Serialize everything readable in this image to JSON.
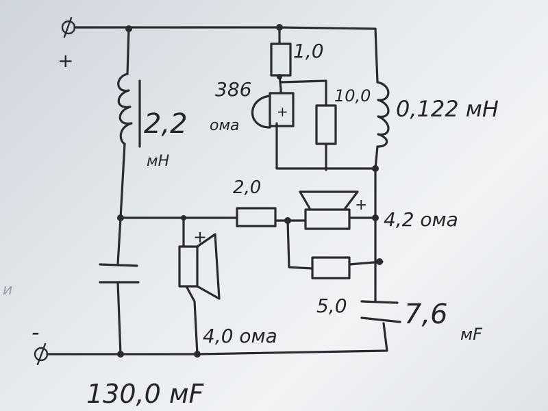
{
  "terminals": {
    "plus_sign": "+",
    "minus_sign": "-"
  },
  "components": {
    "r_top": "1,0",
    "r_middle": "10,0",
    "cap_upper_value": "386",
    "cap_upper_unit": "ома",
    "inductor_left_value": "2,2",
    "inductor_left_unit": "мН",
    "inductor_right": "0,122 мН",
    "r_series": "2,0",
    "r_lower": "5,0",
    "speaker_right": "4,2 ома",
    "speaker_left": "4,0 ома",
    "cap_right_value": "7,6",
    "cap_right_unit": "мF",
    "cap_left": "130,0 мF"
  },
  "polarity_marks": {
    "cap_upper": "+",
    "speaker_left": "+",
    "speaker_right": "+"
  },
  "margin_mark": "и"
}
